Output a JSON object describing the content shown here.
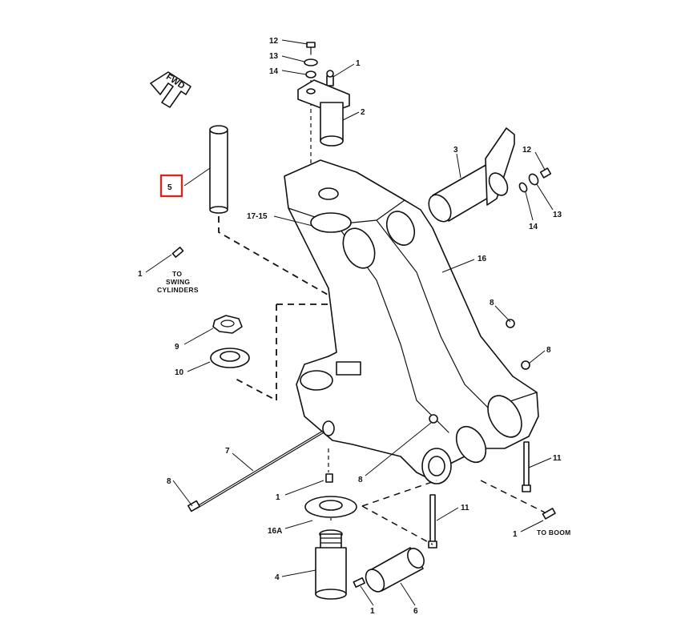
{
  "diagram": {
    "fwd_label": "FWD",
    "highlight_color": "#d32626",
    "callouts": [
      {
        "id": "c12a",
        "text": "12"
      },
      {
        "id": "c13a",
        "text": "13"
      },
      {
        "id": "c14a",
        "text": "14"
      },
      {
        "id": "c1a",
        "text": "1"
      },
      {
        "id": "c2",
        "text": "2"
      },
      {
        "id": "c3",
        "text": "3"
      },
      {
        "id": "c12b",
        "text": "12"
      },
      {
        "id": "c13b",
        "text": "13"
      },
      {
        "id": "c14b",
        "text": "14"
      },
      {
        "id": "c5",
        "text": "5"
      },
      {
        "id": "c17",
        "text": "17-15"
      },
      {
        "id": "c16",
        "text": "16"
      },
      {
        "id": "c1b",
        "text": "1"
      },
      {
        "id": "c8a",
        "text": "8"
      },
      {
        "id": "c8b",
        "text": "8"
      },
      {
        "id": "c9",
        "text": "9"
      },
      {
        "id": "c10",
        "text": "10"
      },
      {
        "id": "c7",
        "text": "7"
      },
      {
        "id": "c8c",
        "text": "8"
      },
      {
        "id": "c8d",
        "text": "8"
      },
      {
        "id": "c11a",
        "text": "11"
      },
      {
        "id": "c11b",
        "text": "11"
      },
      {
        "id": "c1c",
        "text": "1"
      },
      {
        "id": "c1d",
        "text": "1"
      },
      {
        "id": "c16a",
        "text": "16A"
      },
      {
        "id": "c4",
        "text": "4"
      },
      {
        "id": "c1e",
        "text": "1"
      },
      {
        "id": "c6",
        "text": "6"
      }
    ],
    "notes": {
      "to_swing_1": "TO",
      "to_swing_2": "SWING",
      "to_swing_3": "CYLINDERS",
      "to_boom": "TO BOOM"
    }
  }
}
